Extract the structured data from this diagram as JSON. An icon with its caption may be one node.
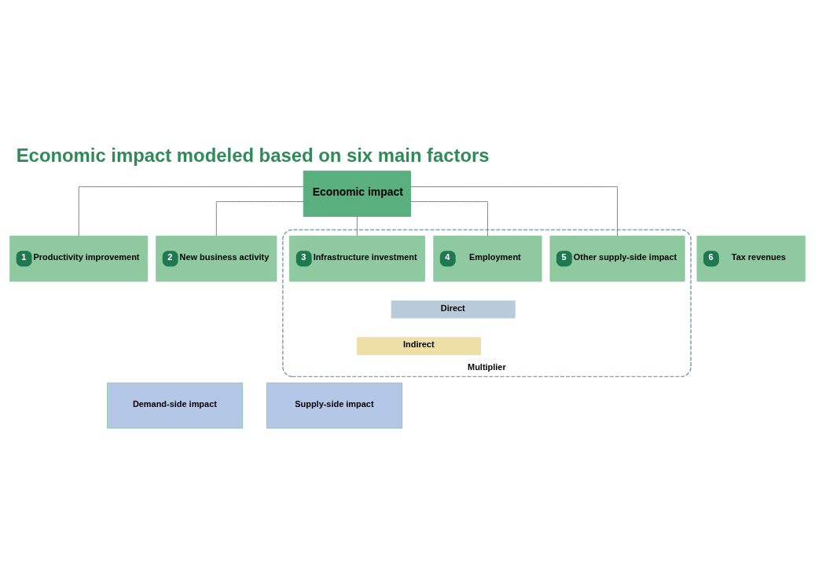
{
  "diagram": {
    "title": "Economic impact modeled based on six main factors",
    "nodes": [
      {
        "text": [
          "Economic impact"
        ]
      },
      {
        "text": [
          "1",
          "Productivity improvement"
        ]
      },
      {
        "text": [
          "2",
          "New business activity"
        ]
      },
      {
        "text": [
          "Multiplier"
        ]
      },
      {
        "text": [
          "3",
          "Infrastructure investment"
        ],
        "in": 3
      },
      {
        "text": [
          "4",
          "Employment"
        ],
        "in": 3
      },
      {
        "text": [
          "5",
          "Other supply-side impact"
        ],
        "in": 3
      },
      {
        "text": [
          "Direct"
        ],
        "in": 3
      },
      {
        "text": [
          "Indirect"
        ],
        "in": 3
      },
      {
        "text": [
          "6",
          "Tax revenues"
        ]
      },
      {
        "text": [
          "Demand-side impact"
        ]
      },
      {
        "text": [
          "Supply-side impact"
        ]
      }
    ],
    "edges": [
      {
        "from": 0,
        "to": 1,
        "arrow": "none"
      },
      {
        "from": 0,
        "to": 2,
        "arrow": "none"
      },
      {
        "from": 0,
        "to": 4,
        "arrow": "none"
      },
      {
        "from": 0,
        "to": 5,
        "arrow": "none"
      },
      {
        "from": 0,
        "to": 6,
        "arrow": "none"
      }
    ]
  }
}
